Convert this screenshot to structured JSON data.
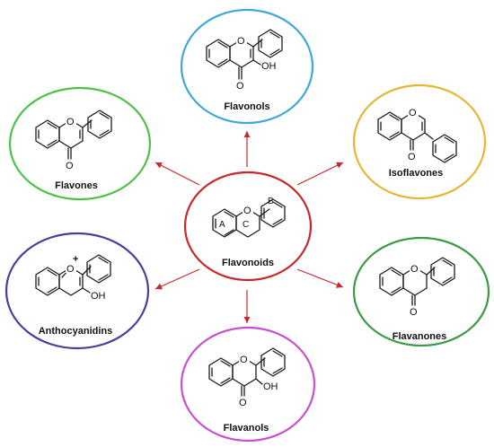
{
  "center": {
    "label": "Flavonoids",
    "ring_labels": [
      "A",
      "C",
      "B"
    ],
    "color": "#c8282b"
  },
  "classes": [
    {
      "id": "flavonols",
      "label": "Flavonols",
      "color": "#3fa8d8",
      "atoms": [
        "O",
        "O",
        "OH"
      ]
    },
    {
      "id": "flavones",
      "label": "Flavones",
      "color": "#4cc24a",
      "atoms": [
        "O",
        "O"
      ]
    },
    {
      "id": "isoflavones",
      "label": "Isoflavones",
      "color": "#e6b735",
      "atoms": [
        "O",
        "O"
      ]
    },
    {
      "id": "anthocyanidins",
      "label": "Anthocyanidins",
      "color": "#4b3d9a",
      "atoms": [
        "O",
        "+",
        "OH"
      ]
    },
    {
      "id": "flavanones",
      "label": "Flavanones",
      "color": "#3a9a45",
      "atoms": [
        "O",
        "O"
      ]
    },
    {
      "id": "flavanols",
      "label": "Flavanols",
      "color": "#c94fcc",
      "atoms": [
        "O",
        "O",
        "OH"
      ]
    }
  ],
  "arrow_color": "#c8282b"
}
